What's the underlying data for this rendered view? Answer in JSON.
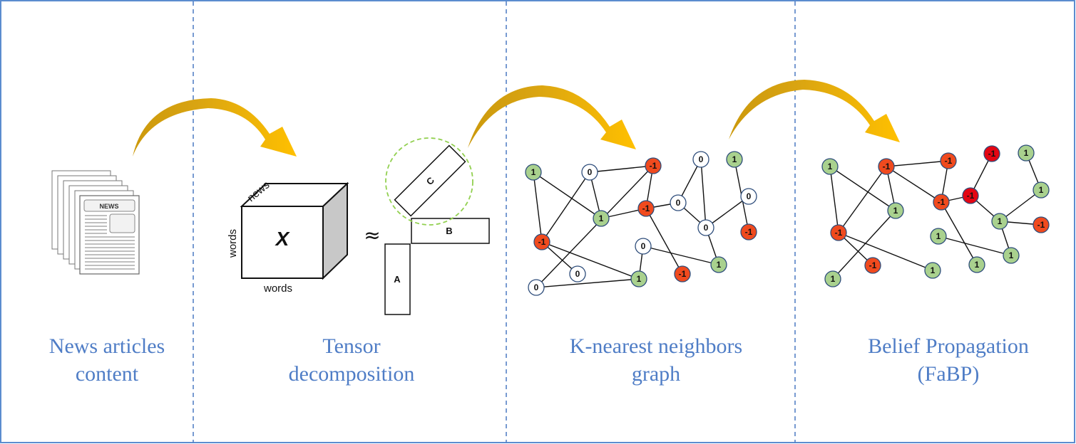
{
  "captions": {
    "stage1_line1": "News articles",
    "stage1_line2": "content",
    "stage2_line1": "Tensor",
    "stage2_line2": "decomposition",
    "stage3_line1": "K-nearest neighbors",
    "stage3_line2": "graph",
    "stage4_line1": "Belief Propagation",
    "stage4_line2": "(FaBP)"
  },
  "newspaper": {
    "masthead": "NEWS"
  },
  "tensor": {
    "symbol": "X",
    "top_label": "news",
    "left_label": "words",
    "bottom_label": "words",
    "approx": "≈",
    "matrix_a": "A",
    "matrix_b": "B",
    "matrix_c": "C"
  },
  "colors": {
    "frame": "#5b8ccf",
    "divider": "#4a78c2",
    "caption": "#4f7dc6",
    "arrow_fill": "#ffc000",
    "arrow_shadow": "#c8960a",
    "node_green": "#a9d18e",
    "node_red": "#f04a1e",
    "node_red_dark": "#e30613",
    "node_white": "#ffffff",
    "node_stroke": "#2e4d7b",
    "circle_dash": "#92d050"
  },
  "knn_graph": {
    "nodes": [
      {
        "id": "a",
        "label": "1",
        "color": "green"
      },
      {
        "id": "b",
        "label": "0",
        "color": "white"
      },
      {
        "id": "c",
        "label": "-1",
        "color": "red"
      },
      {
        "id": "d",
        "label": "0",
        "color": "white"
      },
      {
        "id": "e",
        "label": "1",
        "color": "green"
      },
      {
        "id": "f",
        "label": "1",
        "color": "green"
      },
      {
        "id": "g",
        "label": "-1",
        "color": "red"
      },
      {
        "id": "h",
        "label": "0",
        "color": "white"
      },
      {
        "id": "i",
        "label": "0",
        "color": "white"
      },
      {
        "id": "j",
        "label": "-1",
        "color": "red"
      },
      {
        "id": "k",
        "label": "0",
        "color": "white"
      },
      {
        "id": "l",
        "label": "-1",
        "color": "red"
      },
      {
        "id": "m",
        "label": "0",
        "color": "white"
      },
      {
        "id": "n",
        "label": "0",
        "color": "white"
      },
      {
        "id": "o",
        "label": "1",
        "color": "green"
      },
      {
        "id": "p",
        "label": "-1",
        "color": "red"
      },
      {
        "id": "q",
        "label": "1",
        "color": "green"
      },
      {
        "id": "r",
        "label": "0",
        "color": "white"
      }
    ]
  },
  "fabp_graph": {
    "nodes": [
      {
        "id": "a",
        "label": "1",
        "color": "green"
      },
      {
        "id": "b",
        "label": "-1",
        "color": "red"
      },
      {
        "id": "c",
        "label": "-1",
        "color": "red"
      },
      {
        "id": "d",
        "label": "-1",
        "color": "red_dark"
      },
      {
        "id": "e",
        "label": "1",
        "color": "green"
      },
      {
        "id": "f",
        "label": "1",
        "color": "green"
      },
      {
        "id": "g",
        "label": "-1",
        "color": "red"
      },
      {
        "id": "h",
        "label": "-1",
        "color": "red_dark"
      },
      {
        "id": "i",
        "label": "1",
        "color": "green"
      },
      {
        "id": "j",
        "label": "1",
        "color": "green"
      },
      {
        "id": "k",
        "label": "-1",
        "color": "red"
      },
      {
        "id": "l",
        "label": "1",
        "color": "green"
      },
      {
        "id": "m",
        "label": "-1",
        "color": "red"
      },
      {
        "id": "n",
        "label": "1",
        "color": "green"
      },
      {
        "id": "o",
        "label": "1",
        "color": "green"
      },
      {
        "id": "p",
        "label": "1",
        "color": "green"
      },
      {
        "id": "q",
        "label": "-1",
        "color": "red"
      },
      {
        "id": "r",
        "label": "1",
        "color": "green"
      }
    ]
  }
}
